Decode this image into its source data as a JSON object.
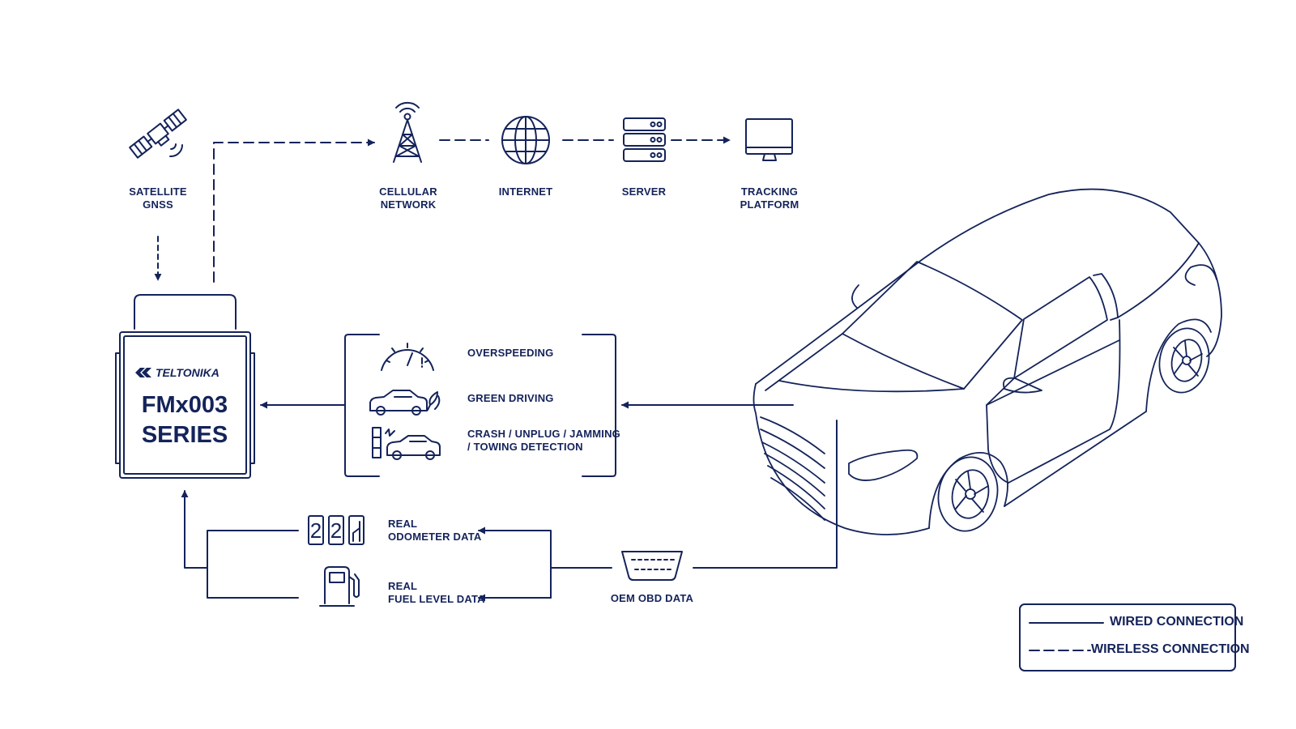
{
  "colors": {
    "stroke": "#14235a",
    "background": "#ffffff"
  },
  "nodes": {
    "satellite": {
      "line1": "SATELLITE",
      "line2": "GNSS",
      "icon": "satellite-icon"
    },
    "cellular": {
      "line1": "CELLULAR",
      "line2": "NETWORK",
      "icon": "cell-tower-icon"
    },
    "internet": {
      "line1": "INTERNET",
      "icon": "globe-icon"
    },
    "server": {
      "line1": "SERVER",
      "icon": "server-icon"
    },
    "tracking": {
      "line1": "TRACKING",
      "line2": "PLATFORM",
      "icon": "monitor-icon"
    }
  },
  "device": {
    "brand": "TELTONIKA",
    "line1": "FMx003",
    "line2": "SERIES"
  },
  "features": [
    {
      "label1": "OVERSPEEDING",
      "icon": "speedometer-icon"
    },
    {
      "label1": "GREEN DRIVING",
      "icon": "eco-car-icon"
    },
    {
      "label1": "CRASH / UNPLUG / JAMMING",
      "label2": "/ TOWING DETECTION",
      "icon": "crash-icon"
    }
  ],
  "data_items": {
    "odometer": {
      "line1": "REAL",
      "line2": "ODOMETER DATA",
      "icon": "odometer-icon",
      "digits": [
        "2",
        "2"
      ]
    },
    "fuel": {
      "line1": "REAL",
      "line2": "FUEL LEVEL DATA",
      "icon": "fuel-pump-icon"
    }
  },
  "obd": {
    "label": "OEM OBD DATA",
    "icon": "obd-connector-icon"
  },
  "legend": {
    "wired": "WIRED CONNECTION",
    "wireless": "WIRELESS CONNECTION"
  },
  "car": {
    "icon": "car-icon"
  }
}
